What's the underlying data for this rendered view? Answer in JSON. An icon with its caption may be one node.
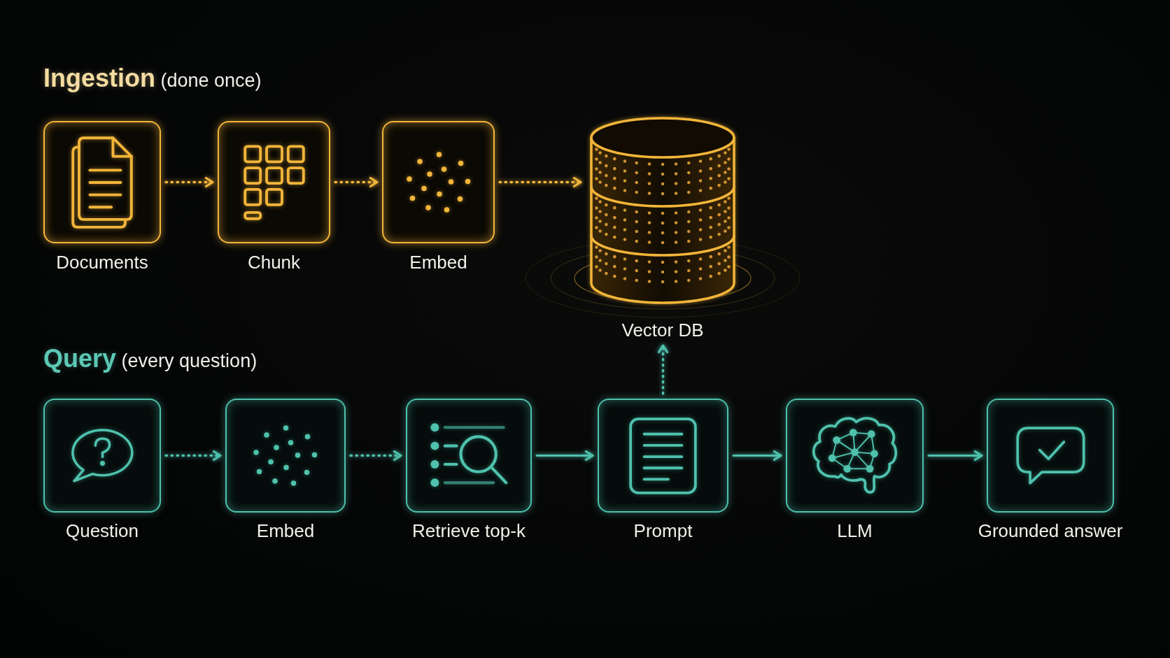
{
  "diagram": {
    "nodes": [
      {
        "text": [
          "Documents"
        ]
      },
      {
        "text": [
          "Chunk"
        ]
      },
      {
        "text": [
          "Embed"
        ]
      },
      {
        "text": [
          "Vector DB"
        ]
      },
      {
        "text": [
          "Question"
        ]
      },
      {
        "text": [
          "Embed"
        ]
      },
      {
        "text": [
          "Retrieve top-k"
        ]
      },
      {
        "text": [
          "Prompt"
        ]
      },
      {
        "text": [
          "LLM"
        ]
      },
      {
        "text": [
          "Grounded answer"
        ]
      }
    ],
    "edges": [
      {
        "from": 0,
        "to": 1,
        "arrow": "to",
        "style": "dashed",
        "color": "#f2b53a"
      },
      {
        "from": 1,
        "to": 2,
        "arrow": "to",
        "style": "dashed",
        "color": "#f2b53a"
      },
      {
        "from": 2,
        "to": 3,
        "arrow": "to",
        "style": "dashed",
        "color": "#f2b53a"
      },
      {
        "from": 4,
        "to": 5,
        "arrow": "to",
        "style": "dashed"
      },
      {
        "from": 5,
        "to": 6,
        "arrow": "to",
        "style": "dashed"
      },
      {
        "from": 6,
        "to": 7,
        "arrow": "to"
      },
      {
        "from": 7,
        "to": 8,
        "arrow": "to"
      },
      {
        "from": 8,
        "to": 9,
        "arrow": "to"
      },
      {
        "from": 7,
        "to": 3,
        "arrow": "to",
        "style": "dashed"
      }
    ],
    "labels": [
      "**Ingestion** (done once)",
      "**Query** (every question)"
    ]
  }
}
